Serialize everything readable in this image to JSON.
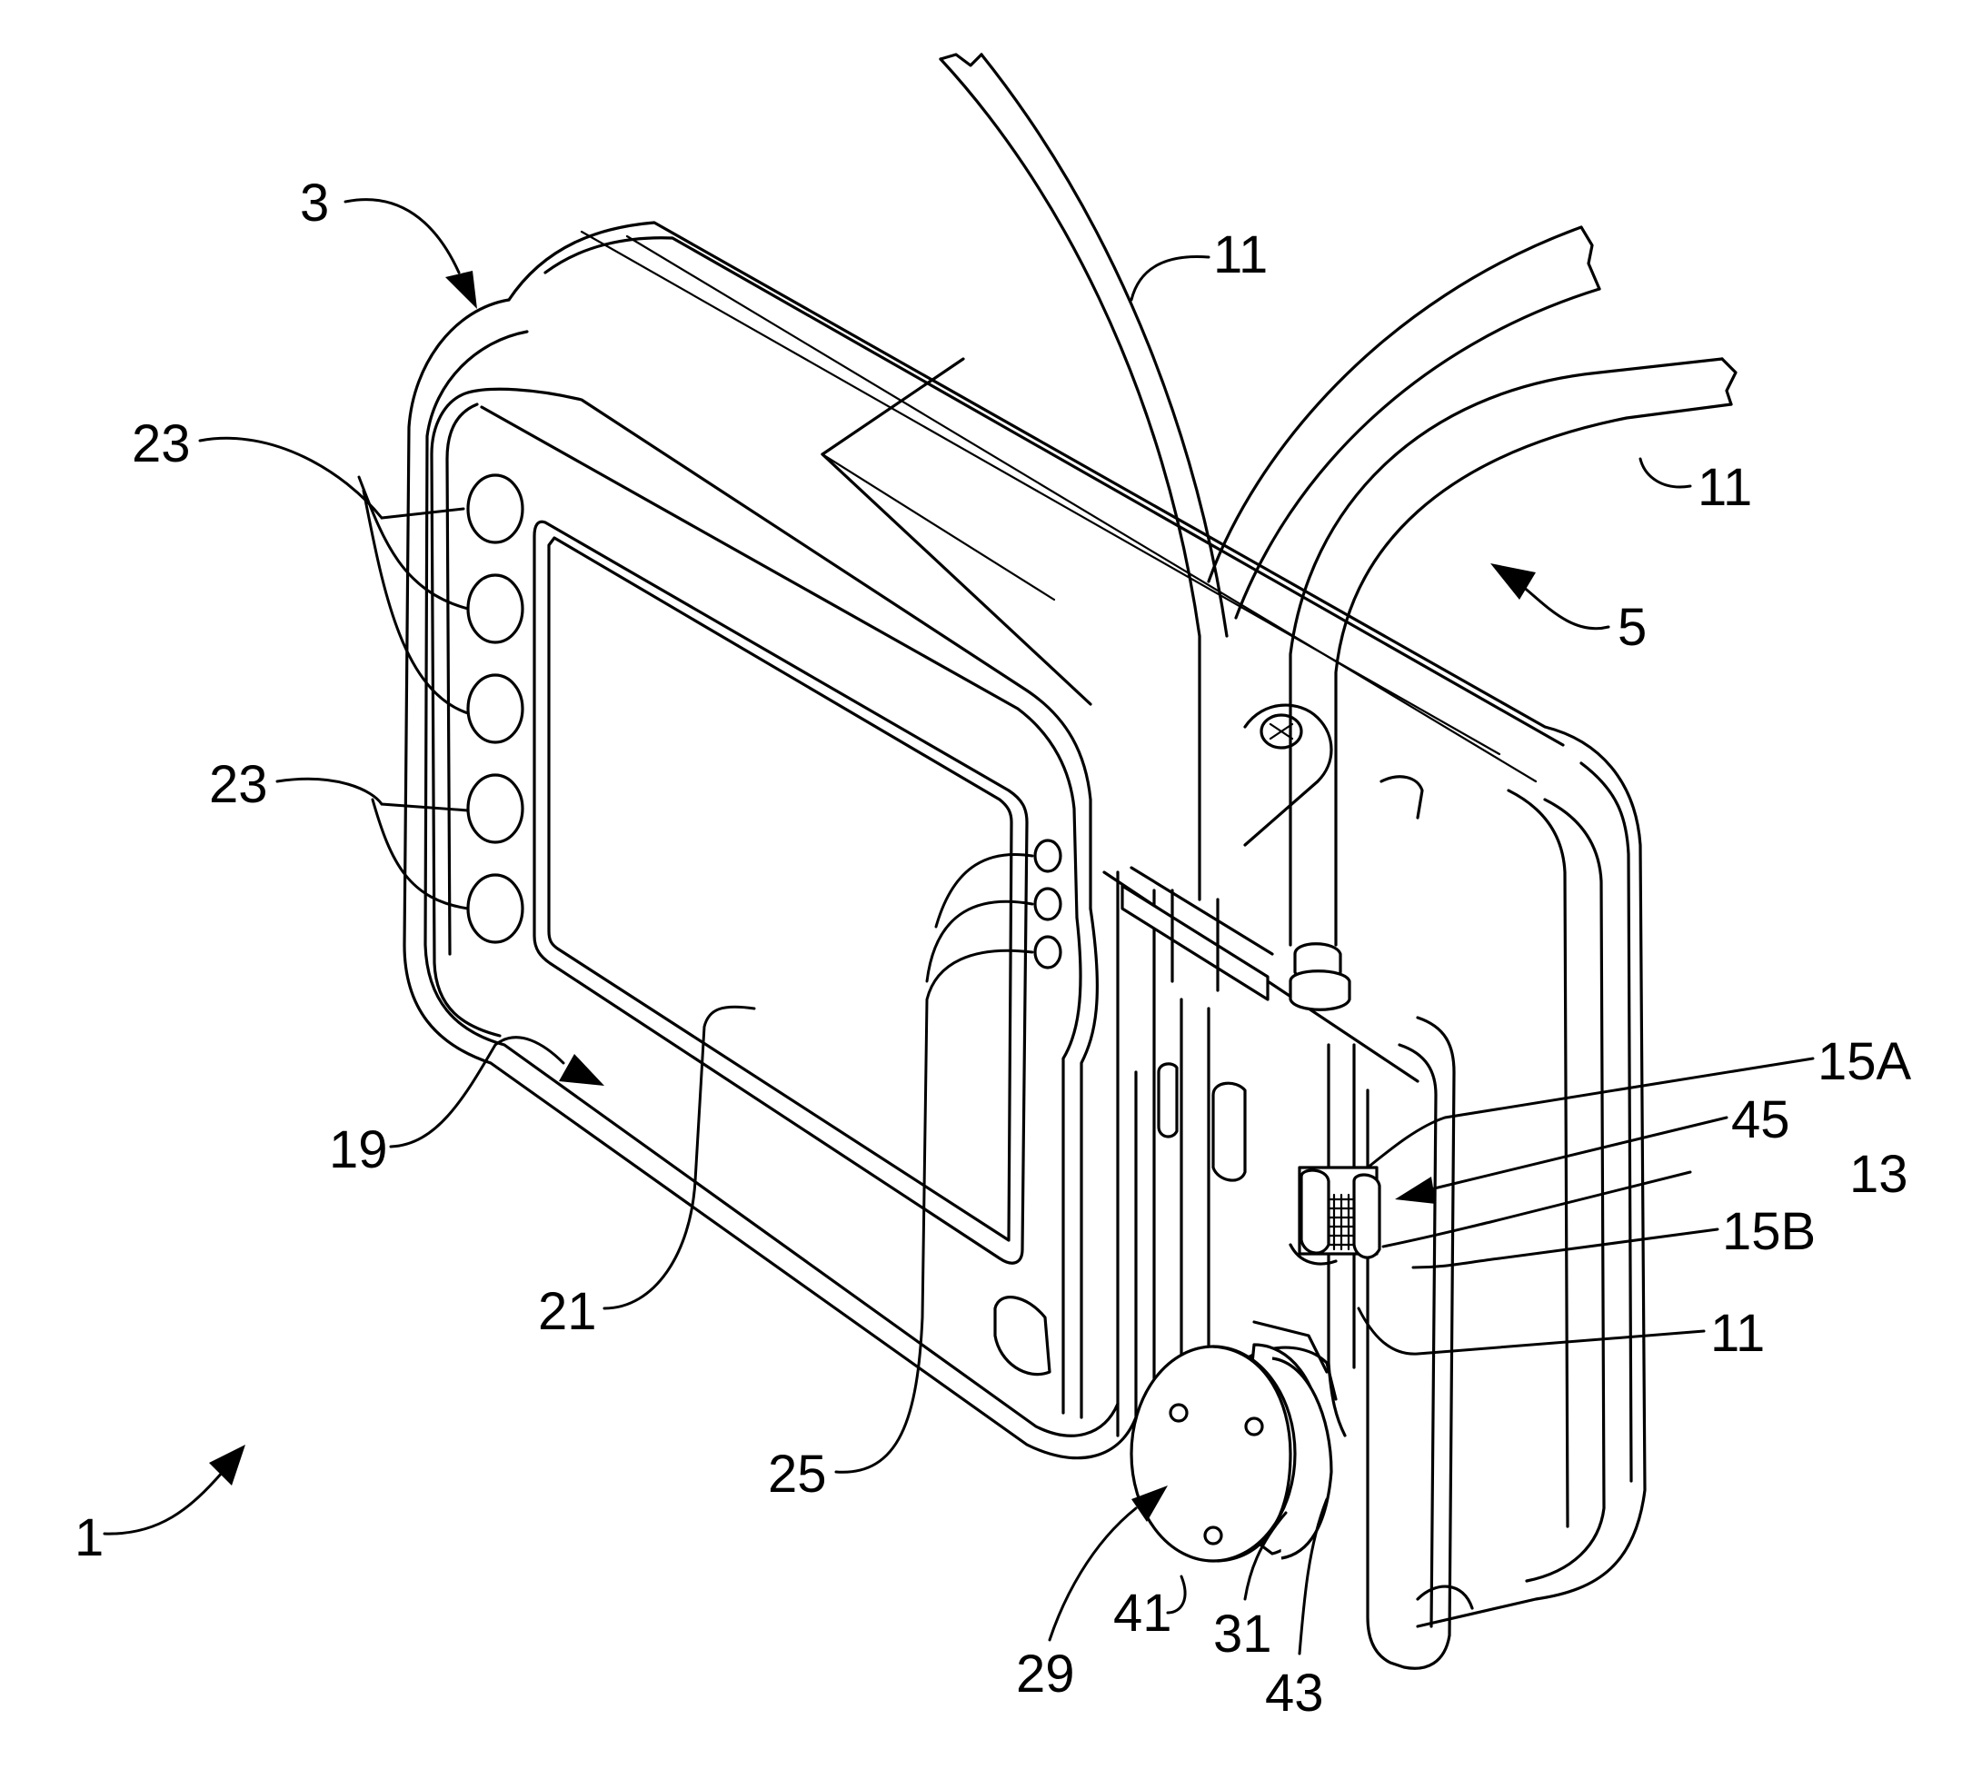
{
  "figure": {
    "background": "#ffffff",
    "line_color": "#000000"
  },
  "labels": {
    "device": "1",
    "housing": "3",
    "pump_set": "5",
    "tubing_top_left": "11",
    "tubing_top_right": "11",
    "tubing_lower": "11",
    "valve_assembly": "13",
    "sensor_upper": "15A",
    "sensor_lower": "15B",
    "front_face": "19",
    "display_screen": "21",
    "buttons_upper": "23",
    "buttons_lower": "23",
    "indicator_lights": "25",
    "rotor_assembly": "29",
    "rotor_hub": "31",
    "rotor_disk": "41",
    "rotor_shaft": "43",
    "sensor_housing": "45"
  }
}
